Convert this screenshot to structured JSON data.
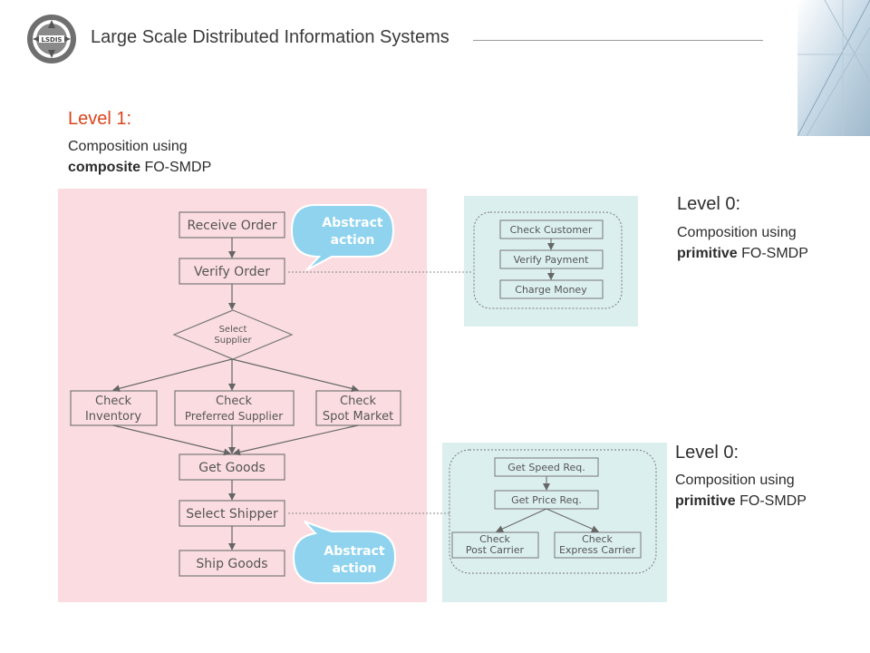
{
  "header": {
    "title": "Large Scale Distributed Information Systems"
  },
  "level1": {
    "heading": "Level 1:",
    "line1": "Composition using",
    "bold": "composite",
    "rest": " FO-SMDP"
  },
  "level0_top": {
    "heading": "Level 0:",
    "line1": "Composition using",
    "bold": "primitive",
    "rest": " FO-SMDP"
  },
  "level0_bottom": {
    "heading": "Level 0:",
    "line1": "Composition using",
    "bold": "primitive",
    "rest": " FO-SMDP"
  },
  "main_flow": {
    "receive_order": "Receive Order",
    "verify_order": "Verify Order",
    "select_supplier": [
      "Select",
      "Supplier"
    ],
    "check_inventory": [
      "Check",
      "Inventory"
    ],
    "check_preferred": [
      "Check",
      "Preferred Supplier"
    ],
    "check_spot": [
      "Check",
      "Spot Market"
    ],
    "get_goods": "Get Goods",
    "select_shipper": "Select Shipper",
    "ship_goods": "Ship Goods"
  },
  "callouts": {
    "top": [
      "Abstract",
      "action"
    ],
    "bottom": [
      "Abstract",
      "action"
    ]
  },
  "sub_verify": [
    "Check Customer",
    "Verify Payment",
    "Charge Money"
  ],
  "sub_shipper": {
    "speed": "Get Speed Req.",
    "price": "Get Price Req.",
    "post": [
      "Check",
      "Post Carrier"
    ],
    "express": [
      "Check",
      "Express Carrier"
    ]
  },
  "colors": {
    "accent": "#d9451e",
    "pink_panel": "#fbdde1",
    "teal_panel": "#dcefef",
    "callout": "#8fd3ef"
  }
}
